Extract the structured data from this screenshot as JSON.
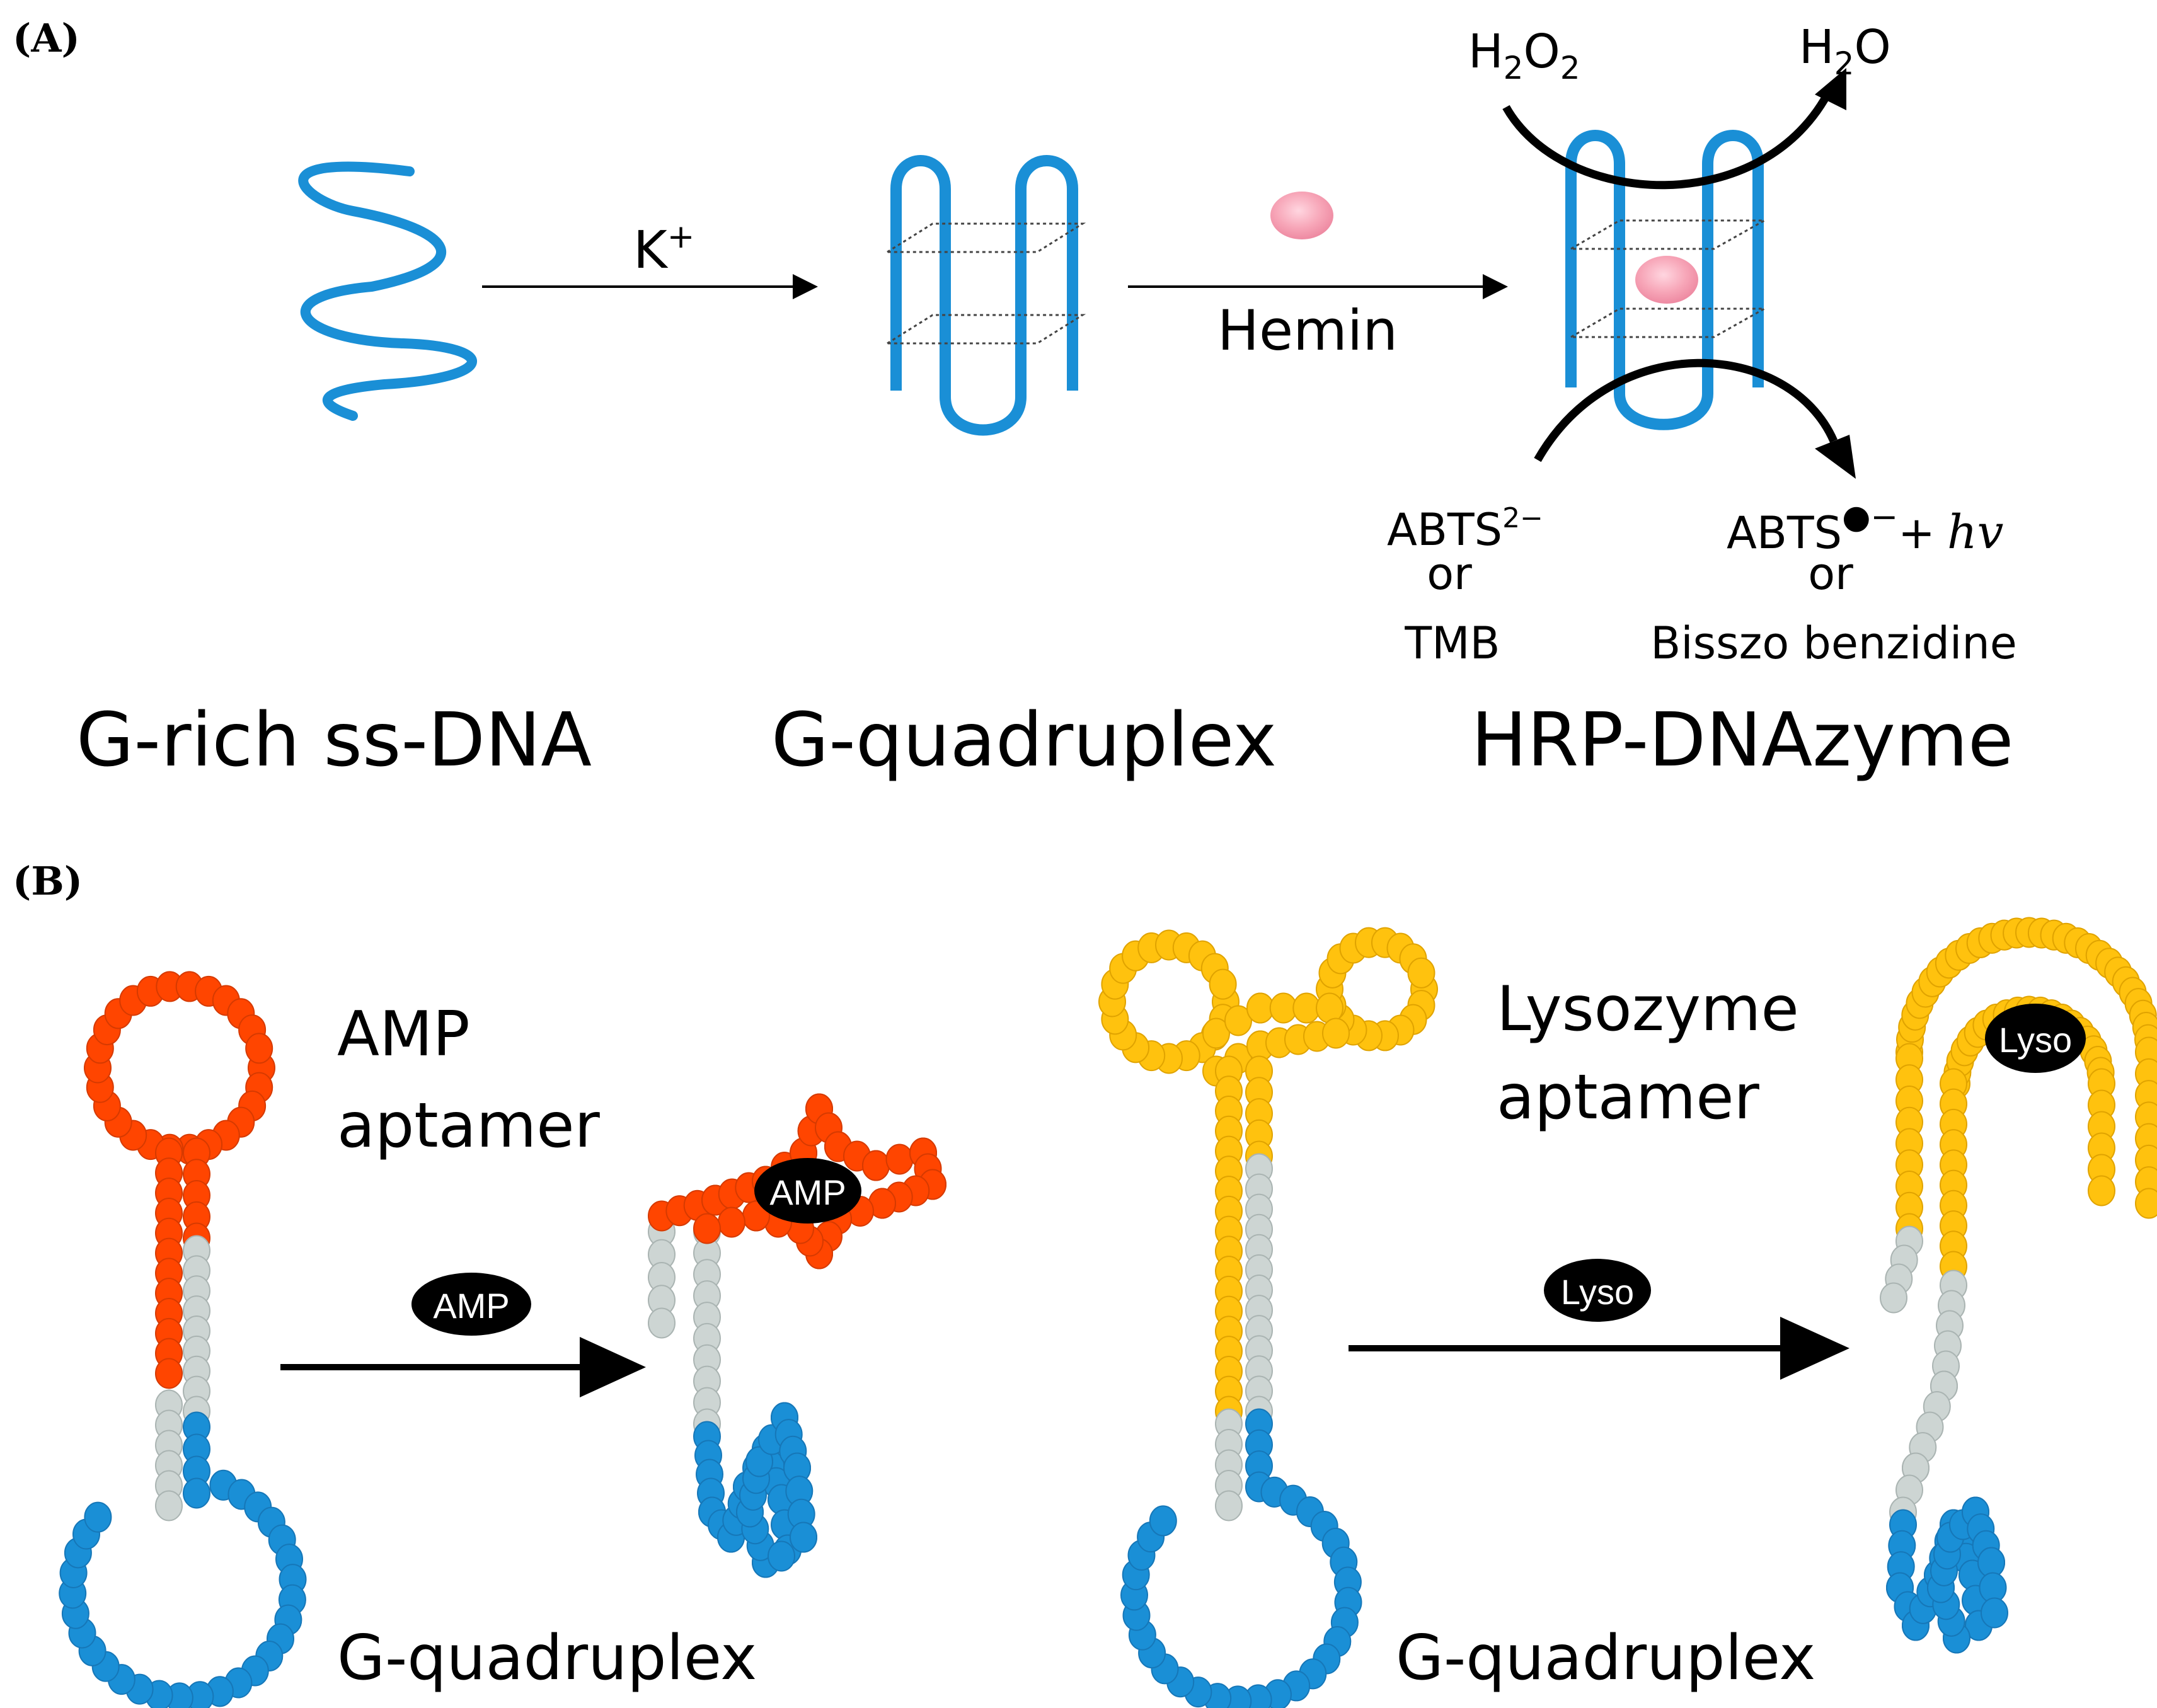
{
  "panels": {
    "a": {
      "label": "(A)",
      "ion": "K",
      "ion_sup": "+",
      "hemin": "Hemin",
      "stages": [
        "G-rich ss-DNA",
        "G-quadruplex",
        "HRP-DNAzyme"
      ],
      "substrate_top": "H2O2",
      "product_top": "H2O",
      "substrates": {
        "l1": "ABTS",
        "l1_sup": "2−",
        "l2": "or",
        "l3": "TMB"
      },
      "products": {
        "l1": "ABTS",
        "l1_sup": "●−",
        "l1_tail": "+",
        "hv": "hv",
        "l2": "or",
        "l3": "Bisszo benzidine"
      }
    },
    "b": {
      "label": "(B)",
      "amp_aptamer": [
        "AMP",
        "aptamer"
      ],
      "lyso_aptamer": [
        "Lysozyme",
        "aptamer"
      ],
      "gquad": "G-quadruplex",
      "amp_chip": "AMP",
      "lyso_chip": "Lyso"
    }
  },
  "colors": {
    "dna_blue": "#1a8fd6",
    "amp_red": "#ff4500",
    "lyso_yellow": "#ffc20e",
    "linker_gray": "#cdd5d3",
    "hemin_pink": "#f7a6b8",
    "chip_black": "#000000"
  }
}
